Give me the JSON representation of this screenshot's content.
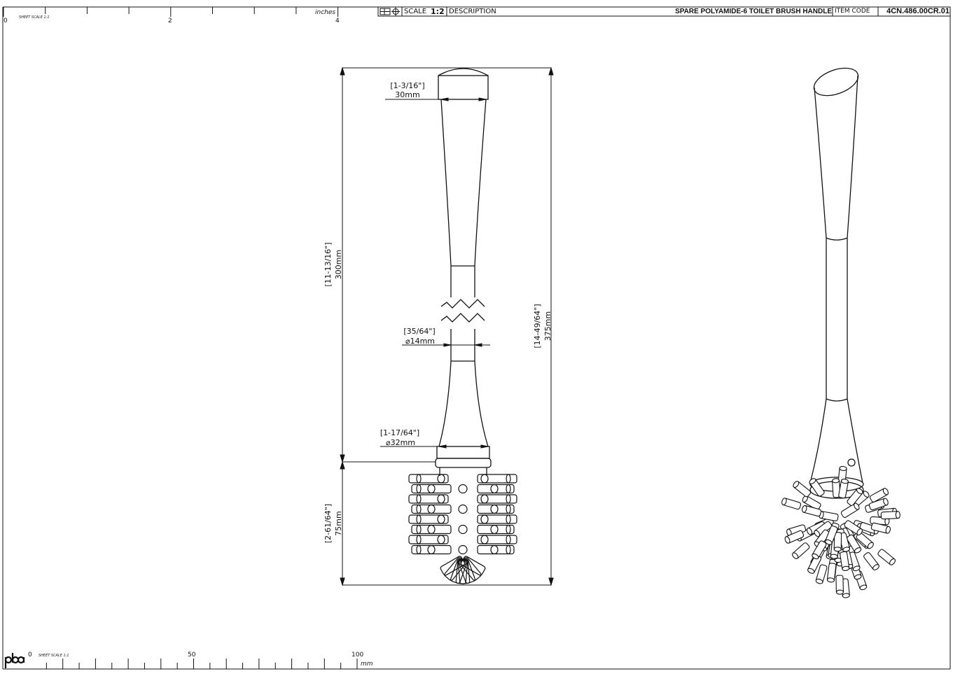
{
  "title_block": {
    "scale_label": "SCALE",
    "scale_value": "1:2",
    "description_label": "DESCRIPTION",
    "description": "SPARE POLYAMIDE-6 TOILET BRUSH HANDLE",
    "item_code_label": "ITEM CODE",
    "item_code": "4CN.486.00CR.01",
    "projection_icon": "third-angle-projection-icon",
    "target_icon": "crosshair-icon"
  },
  "top_ruler": {
    "unit": "inches",
    "sheet_scale": "SHEET SCALE 1:1",
    "labels": [
      "0",
      "2",
      "4"
    ]
  },
  "bottom_ruler": {
    "unit": "mm",
    "sheet_scale": "SHEET SCALE 1:1",
    "labels": [
      "0",
      "50",
      "100"
    ],
    "logo": "pba"
  },
  "dimensions": {
    "cap_width": {
      "imperial": "[1-3/16\"]",
      "metric": "30mm"
    },
    "handle_length": {
      "imperial": "[11-13/16\"]",
      "metric": "300mm"
    },
    "shaft_diameter": {
      "imperial": "[35/64\"]",
      "metric": "⌀14mm"
    },
    "base_diameter": {
      "imperial": "[1-17/64\"]",
      "metric": "⌀32mm"
    },
    "brush_length": {
      "imperial": "[2-61/64\"]",
      "metric": "75mm"
    },
    "overall_length": {
      "imperial": "[14-49/64\"]",
      "metric": "375mm"
    }
  }
}
